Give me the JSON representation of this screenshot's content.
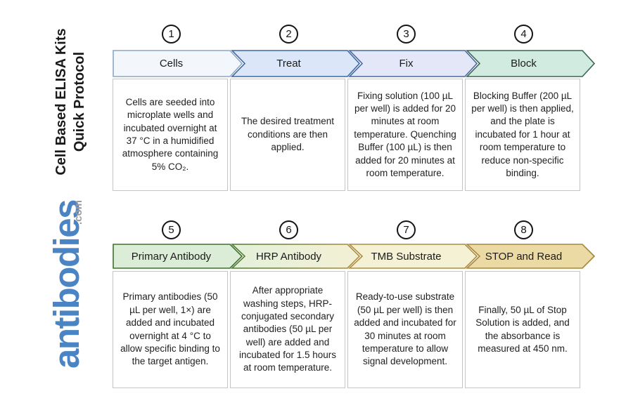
{
  "branding": {
    "title_line1": "Cell Based ELISA Kits",
    "title_line2": "Quick Protocol",
    "logo_text": "antibodies",
    "logo_suffix": ".com",
    "logo_color": "#4a84c4",
    "logo_suffix_color": "#9b9b9b",
    "title_color": "#1a1a1a"
  },
  "steps": [
    {
      "number": "1",
      "label": "Cells",
      "description": "Cells are seeded into microplate wells and incubated overnight at 37 °C in a humidified atmosphere containing 5% CO₂.",
      "fill": "#f3f7fb",
      "stroke": "#8ca6c6"
    },
    {
      "number": "2",
      "label": "Treat",
      "description": "The desired treatment conditions are then applied.",
      "fill": "#dbe7f8",
      "stroke": "#3e67a2"
    },
    {
      "number": "3",
      "label": "Fix",
      "description": "Fixing solution (100 µL per well) is added for 20 minutes at room temperature. Quenching Buffer (100 µL) is then added for 20 minutes at room temperature.",
      "fill": "#e3e7f7",
      "stroke": "#46699f"
    },
    {
      "number": "4",
      "label": "Block",
      "description": "Blocking Buffer (200 µL per well) is then applied, and the plate is incubated for 1 hour at room temperature to reduce non-specific binding.",
      "fill": "#d2ebe1",
      "stroke": "#3a6456"
    },
    {
      "number": "5",
      "label": "Primary Antibody",
      "description": "Primary antibodies (50 µL per well, 1×) are added and incubated overnight at 4 °C to allow specific binding to the target antigen.",
      "fill": "#dcedd7",
      "stroke": "#3f702f"
    },
    {
      "number": "6",
      "label": "HRP Antibody",
      "description": "After appropriate washing steps, HRP-conjugated secondary antibodies (50 µL per well) are added and incubated for 1.5 hours at room temperature.",
      "fill": "#e4f0da",
      "fill2": "#f3f0d3",
      "stroke": "#4c7a31",
      "stroke2": "#ad8e3f"
    },
    {
      "number": "7",
      "label": "TMB Substrate",
      "description": "Ready-to-use substrate (50 µL per well) is then added and incubated for 30 minutes at room temperature to allow signal development.",
      "fill": "#f5f1d4",
      "stroke": "#ac8d40"
    },
    {
      "number": "8",
      "label": "STOP and Read",
      "description": "Finally, 50 µL of Stop Solution is added, and the absorbance is measured at 450 nm.",
      "fill": "#ebdaa4",
      "stroke": "#a5873c"
    }
  ]
}
